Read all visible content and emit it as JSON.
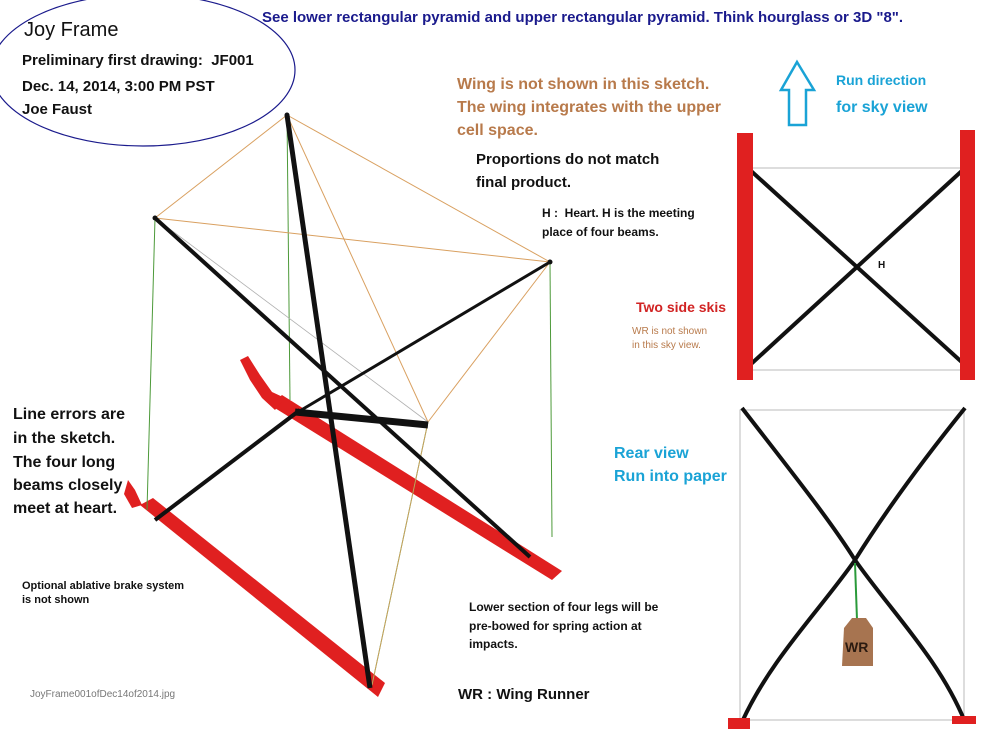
{
  "header": {
    "note": "See lower rectangular pyramid and upper rectangular pyramid. Think hourglass or 3D \"8\"."
  },
  "title_block": {
    "title": "Joy Frame",
    "line1": "Preliminary first drawing:  JF001",
    "line2": "Dec. 14, 2014, 3:00 PM PST",
    "line3": "Joe Faust"
  },
  "notes": {
    "wing_1": "Wing is not shown in this sketch.",
    "wing_2": "The wing integrates with the upper",
    "wing_3": "cell space.",
    "proportions_1": "Proportions do not match",
    "proportions_2": "final product.",
    "heart_1": "H :  Heart. H is the meeting",
    "heart_2": "place of four beams.",
    "line_errors_1": "Line errors are",
    "line_errors_2": "in the sketch.",
    "line_errors_3": "The four long",
    "line_errors_4": "beams closely",
    "line_errors_5": "meet at heart.",
    "brake_1": "Optional ablative brake system",
    "brake_2": "is not shown",
    "legs_1": "Lower section of four legs will be",
    "legs_2": "pre-bowed for spring action at",
    "legs_3": "impacts.",
    "wr_def": "WR : Wing Runner",
    "filename": "JoyFrame001ofDec14of2014.jpg"
  },
  "sky_view": {
    "run_direction": "Run direction",
    "for_sky_view": "for sky view",
    "side_skis": "Two side skis",
    "wr_note_1": "WR is not shown",
    "wr_note_2": "in this sky view.",
    "heart_label": "H"
  },
  "rear_view": {
    "label_1": "Rear view",
    "label_2": "Run into paper",
    "wr_box": "WR"
  },
  "colors": {
    "navy": "#1a1a8c",
    "beam": "#111111",
    "ski_red": "#e02020",
    "wire_orange": "#d9a060",
    "wire_green": "#4d9a3a",
    "note_brown": "#b87a4b",
    "cyan": "#1aa3d6",
    "wr_brown": "#a77450"
  },
  "icons": {
    "arrow": "up-arrow-icon"
  }
}
